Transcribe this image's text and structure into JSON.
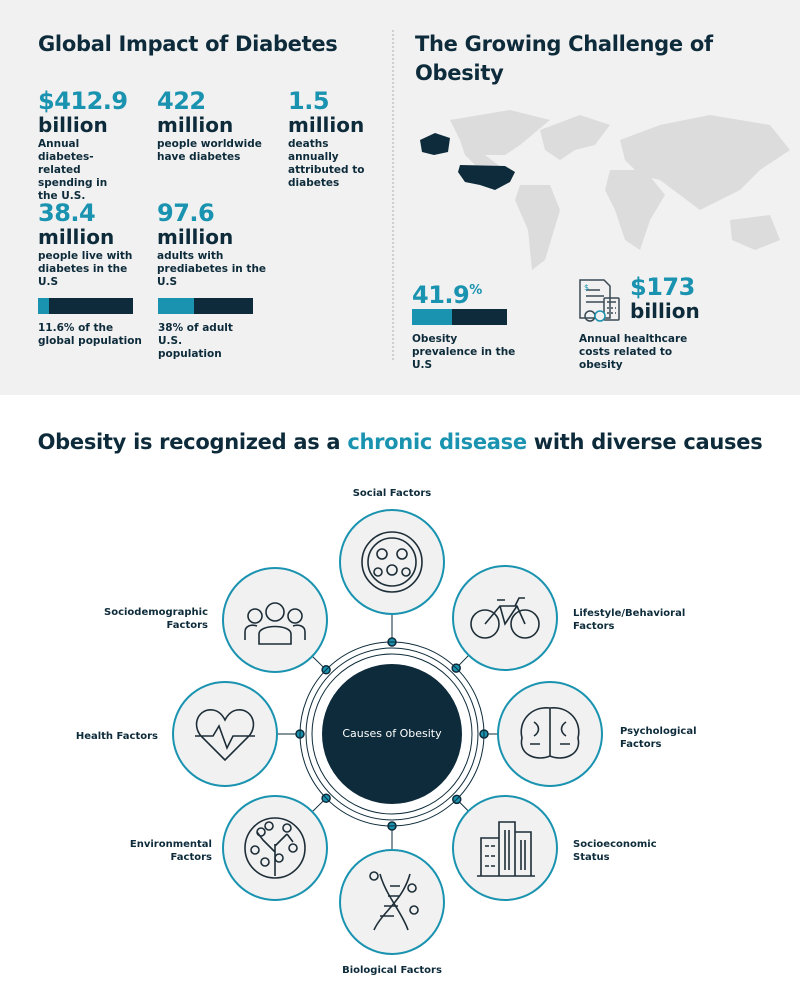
{
  "diabetes": {
    "title": "Global Impact of Diabetes",
    "stats": [
      {
        "number": "$412.9",
        "unit": "billion",
        "desc": "Annual diabetes-related spending in the U.S."
      },
      {
        "number": "422",
        "unit": "million",
        "desc": "people worldwide have diabetes"
      },
      {
        "number": "1.5",
        "unit": "million",
        "desc": "deaths annually attributed to diabetes"
      },
      {
        "number": "38.4",
        "unit": "million",
        "desc": "people live with diabetes in the U.S",
        "bar_percent": 11.6,
        "note": "11.6% of the global population"
      },
      {
        "number": "97.6",
        "unit": "million",
        "desc": "adults with prediabetes in the U.S",
        "bar_percent": 38,
        "note": "38% of adult U.S. population"
      }
    ]
  },
  "obesity": {
    "title": "The Growing Challenge of Obesity",
    "prevalence": {
      "number": "41.9",
      "suffix": "%",
      "bar_percent": 41.9,
      "desc": "Obesity prevalence in the U.S"
    },
    "cost": {
      "number": "$173",
      "unit": "billion",
      "desc": "Annual healthcare costs related to obesity",
      "icon": "invoice-calculator-icon"
    }
  },
  "causes": {
    "title_pre": "Obesity is recognized as a ",
    "title_highlight": "chronic disease",
    "title_post": " with diverse causes",
    "center": "Causes of Obesity",
    "factors": [
      "Social Factors",
      "Lifestyle/Behavioral Factors",
      "Psychological Factors",
      "Socioeconomic Status",
      "Biological Factors",
      "Environmental Factors",
      "Health Factors",
      "Sociodemographic Factors"
    ]
  },
  "colors": {
    "teal": "#1a93b0",
    "navy": "#0d2b3a",
    "bg": "#f1f1f1"
  }
}
